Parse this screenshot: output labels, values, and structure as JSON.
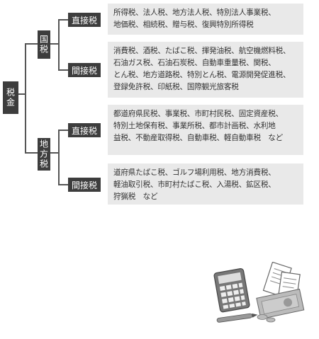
{
  "root": {
    "label": "税金"
  },
  "branches": [
    {
      "label": "国税",
      "children": [
        {
          "label": "直接税",
          "lines": [
            "所得税、法人税、地方法人税、特別法人事業税、",
            "地価税、相続税、贈与税、復興特別所得税"
          ]
        },
        {
          "label": "間接税",
          "lines": [
            "消費税、酒税、たばこ税、揮発油税、航空機燃料税、",
            "石油ガス税、石油石炭税、自動車重量税、関税、",
            "とん税、地方道路税、特別とん税、電源開発促進税、",
            "登録免許税、印紙税、国際観光旅客税"
          ]
        }
      ]
    },
    {
      "label": "地方税",
      "children": [
        {
          "label": "直接税",
          "lines": [
            "都道府県民税、事業税、市町村民税、固定資産税、",
            "特別土地保有税、事業所税、都市計画税、水利地",
            "益税、不動産取得税、自動車税、軽自動車税　など"
          ]
        },
        {
          "label": "間接税",
          "lines": [
            "道府県たばこ税、ゴルフ場利用税、地方消費税、",
            "軽油取引税、市町村たばこ税、入湯税、鉱区税、",
            "狩猟税　など"
          ]
        }
      ]
    }
  ],
  "illustration": {
    "icon": "calculator-money-pen-icon"
  }
}
